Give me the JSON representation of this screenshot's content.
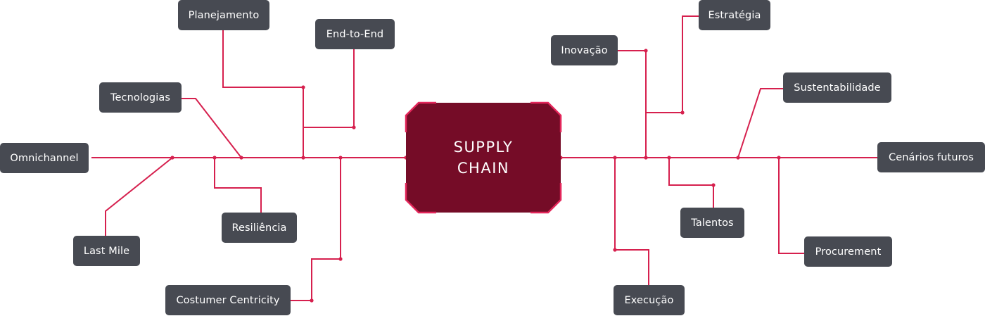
{
  "diagram": {
    "center": {
      "line1": "SUPPLY",
      "line2": "CHAIN"
    },
    "colors": {
      "line": "#d6204e",
      "center_fill": "#750c27",
      "center_accent": "#e3265a",
      "node_fill": "#474a52",
      "node_text": "#ffffff"
    },
    "left_branches": [
      {
        "id": "omnichannel",
        "label": "Omnichannel"
      },
      {
        "id": "tecnologias",
        "label": "Tecnologias"
      },
      {
        "id": "planejamento",
        "label": "Planejamento"
      },
      {
        "id": "end-to-end",
        "label": "End-to-End"
      },
      {
        "id": "last-mile",
        "label": "Last Mile"
      },
      {
        "id": "resiliencia",
        "label": "Resiliência"
      },
      {
        "id": "costumer-centricity",
        "label": "Costumer Centricity"
      }
    ],
    "right_branches": [
      {
        "id": "inovacao",
        "label": "Inovação"
      },
      {
        "id": "estrategia",
        "label": "Estratégia"
      },
      {
        "id": "sustentabilidade",
        "label": "Sustentabilidade"
      },
      {
        "id": "cenarios-futuros",
        "label": "Cenários futuros"
      },
      {
        "id": "talentos",
        "label": "Talentos"
      },
      {
        "id": "procurement",
        "label": "Procurement"
      },
      {
        "id": "execucao",
        "label": "Execução"
      }
    ]
  }
}
